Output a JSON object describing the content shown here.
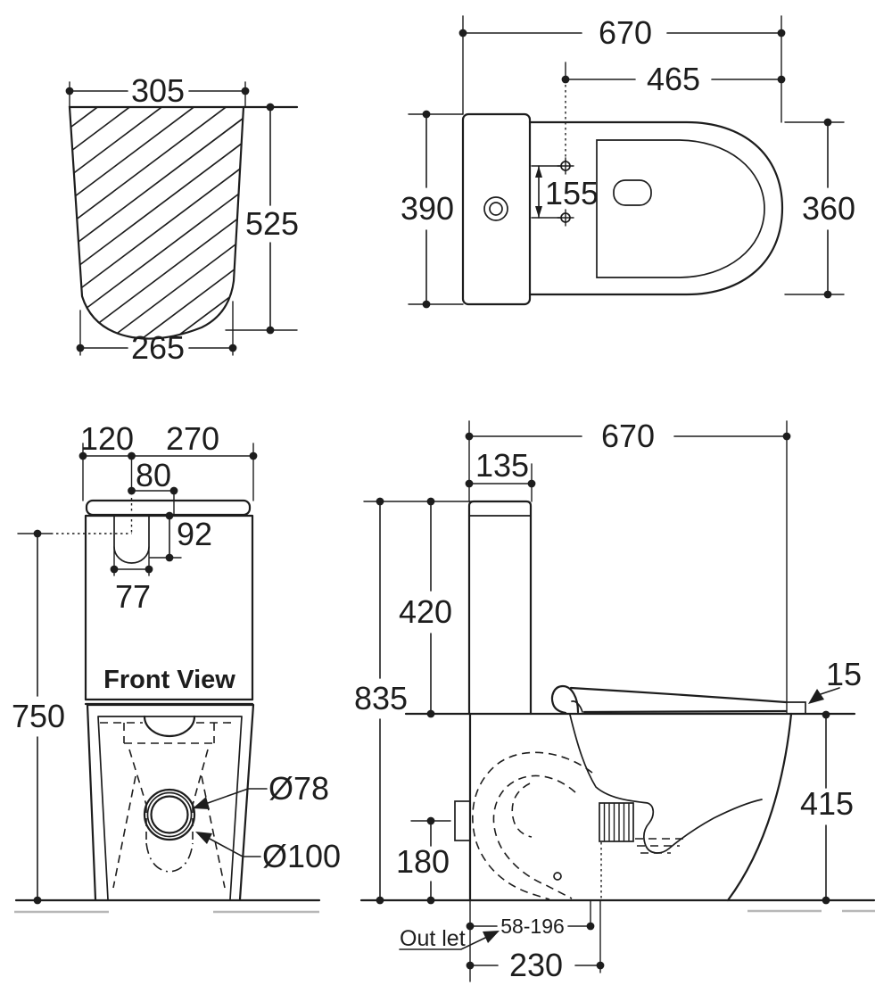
{
  "drawing": {
    "cistern_section": {
      "top_width": "305",
      "height": "525",
      "bottom_width": "265"
    },
    "plan_view": {
      "overall_length": "670",
      "bowl_projection": "465",
      "fixing_hole_spacing": "155",
      "cistern_width": "390",
      "bowl_width": "360"
    },
    "front_view": {
      "label": "Front View",
      "cistern_side_offset": "120",
      "cistern_width": "270",
      "inlet_offset": "80",
      "inlet_recess_depth": "92",
      "inlet_recess_width": "77",
      "overall_height": "750",
      "trap_inner_dia": "Ø78",
      "trap_outer_dia": "Ø100"
    },
    "side_view": {
      "overall_length": "670",
      "cistern_depth": "135",
      "cistern_height": "420",
      "height_to_cistern_top": "835",
      "seat_thickness": "15",
      "pan_height": "415",
      "inlet_height": "180",
      "outlet_offset_range": "58-196",
      "outlet_setout": "230",
      "outlet_label": "Out let"
    }
  }
}
